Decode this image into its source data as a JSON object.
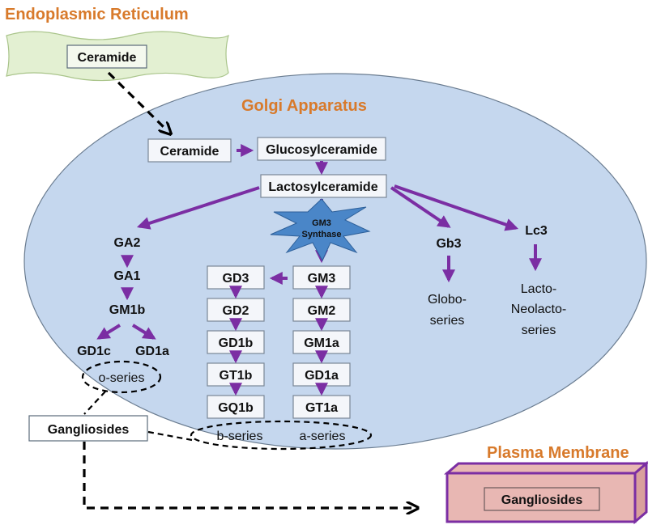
{
  "titles": {
    "er": "Endoplasmic Reticulum",
    "golgi": "Golgi Apparatus",
    "pm": "Plasma Membrane"
  },
  "er": {
    "ceramide": "Ceramide"
  },
  "golgi": {
    "ceramide": "Ceramide",
    "glucosylceramide": "Glucosylceramide",
    "lactosylceramide": "Lactosylceramide",
    "gm3_synthase_line1": "GM3",
    "gm3_synthase_line2": "Synthase",
    "o_series": [
      "GA2",
      "GA1",
      "GM1b",
      "GD1c",
      "GD1a"
    ],
    "o_series_label": "o-series",
    "b_series": [
      "GD3",
      "GD2",
      "GD1b",
      "GT1b",
      "GQ1b"
    ],
    "a_series": [
      "GM3",
      "GM2",
      "GM1a",
      "GD1a",
      "GT1a"
    ],
    "b_series_label": "b-series",
    "a_series_label": "a-series",
    "gb3": "Gb3",
    "globo_line1": "Globo-",
    "globo_line2": "series",
    "lc3": "Lc3",
    "lacto_line1": "Lacto-",
    "lacto_line2": "Neolacto-",
    "lacto_line3": "series"
  },
  "gangliosides_label": "Gangliosides",
  "pm": {
    "gangliosides": "Gangliosides"
  },
  "colors": {
    "arrow": "#7b2ea3",
    "title": "#d87a2b",
    "golgi_fill": "#c5d7ee",
    "er_fill": "#e3f0d2",
    "pm_fill": "#e8b7b3",
    "pm_border": "#7b2ea3",
    "synthase_fill": "#4a86c8"
  }
}
